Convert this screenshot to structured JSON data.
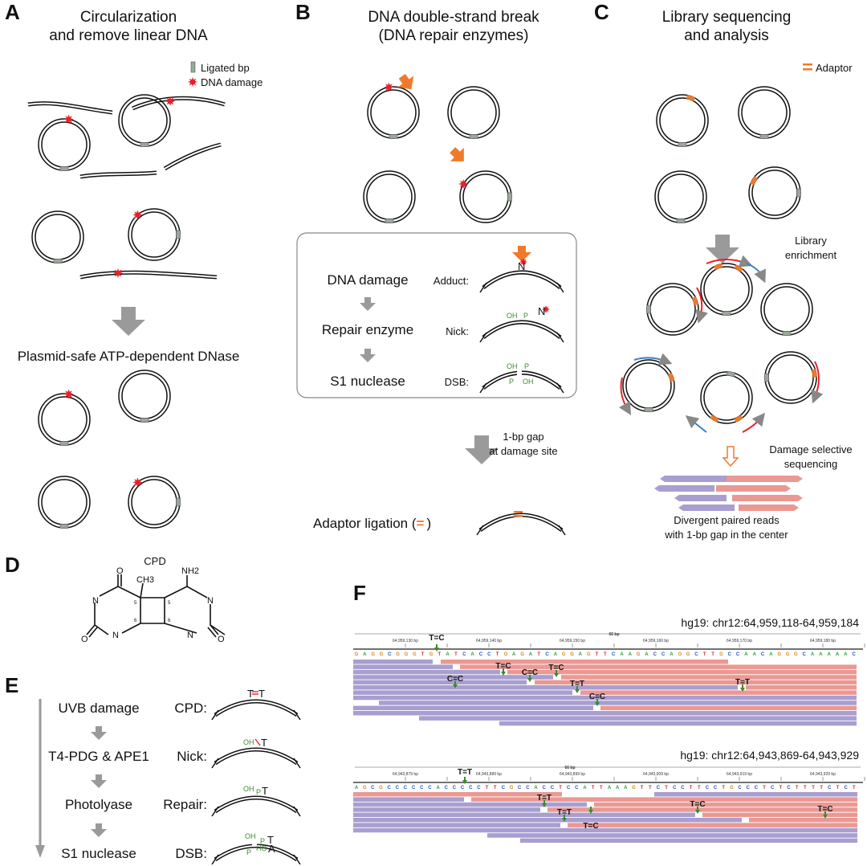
{
  "panel_a": {
    "label": "A",
    "title_line1": "Circularization",
    "title_line2": "and remove linear DNA",
    "legend_ligated": "Ligated bp",
    "legend_damage": "DNA damage",
    "step": "Plasmid-safe ATP-dependent DNase"
  },
  "panel_b": {
    "label": "B",
    "title_line1": "DNA double-strand break",
    "title_line2": "(DNA repair enzymes)",
    "steps": [
      "DNA damage",
      "Repair enzyme",
      "S1 nuclease"
    ],
    "states": [
      "Adduct:",
      "Nick:",
      "DSB:"
    ],
    "nucleotide": "N",
    "oh": "OH",
    "p": "P",
    "gap_line1": "1-bp gap",
    "gap_line2": "at damage site",
    "ligation": "Adaptor ligation (",
    "ligation_symbol": "=",
    "ligation_close": ")"
  },
  "panel_c": {
    "label": "C",
    "title_line1": "Library sequencing",
    "title_line2": "and analysis",
    "legend_adaptor": "Adaptor",
    "enrich_line1": "Library",
    "enrich_line2": "enrichment",
    "seq_line1": "Damage selective",
    "seq_line2": "sequencing",
    "reads_line1": "Divergent paired reads",
    "reads_line2": "with 1-bp gap in the center"
  },
  "panel_d": {
    "label": "D",
    "title": "CPD",
    "atoms": {
      "o": "O",
      "n": "N",
      "ch3": "CH3",
      "nh2": "NH2",
      "c5": "5",
      "c6": "6"
    }
  },
  "panel_e": {
    "label": "E",
    "steps": [
      "UVB damage",
      "T4-PDG & APE1",
      "Photolyase",
      "S1 nuclease"
    ],
    "states": [
      "CPD:",
      "Nick:",
      "Repair:",
      "DSB:"
    ],
    "t": "T",
    "a": "A",
    "oh": "OH",
    "p": "P",
    "ho": "HO"
  },
  "panel_f": {
    "label": "F",
    "track1": {
      "locus": "hg19: chr12:64,959,118-64,959,184",
      "span": "66 bp",
      "ticks": [
        "64,959,130 bp",
        "64,959,140 bp",
        "64,959,150 bp",
        "64,959,160 bp",
        "64,959,170 bp",
        "64,959,180 bp"
      ],
      "sequence": "GAGGCGGGTGTATCACCTGAGATCAGGAGTTCAAGACCAGGCTTGCCAACAGGGCAAAAAC",
      "annotations": [
        "T=C",
        "T=C",
        "C=C",
        "T=C",
        "C=C",
        "T=T",
        "T=T",
        "C=C"
      ]
    },
    "track2": {
      "locus": "hg19: chr12:64,943,869-64,943,929",
      "span": "66 bp",
      "ticks": [
        "64,943,879 bp",
        "64,943,889 bp",
        "64,943,899 bp",
        "64,943,909 bp",
        "64,943,919 bp",
        "64,943,929 bp"
      ],
      "sequence": "AGCGCCCCCCACCCCCTTCGCCACCTCCATTAAAGTTCTCCTTCCTGCCCTCTCTTTTCTCT",
      "annotations": [
        "T=T",
        "T=T",
        "T=T",
        "T=C",
        "T=C",
        "T=C"
      ]
    }
  },
  "colors": {
    "damage": "#e8202a",
    "adaptor": "#f07a2a",
    "ligation": "#9aa89a",
    "forward_read": "#a99ed0",
    "reverse_read": "#eb9893",
    "arrow_gray": "#9a9a9a",
    "annotation_green": "#3c8a2e"
  }
}
